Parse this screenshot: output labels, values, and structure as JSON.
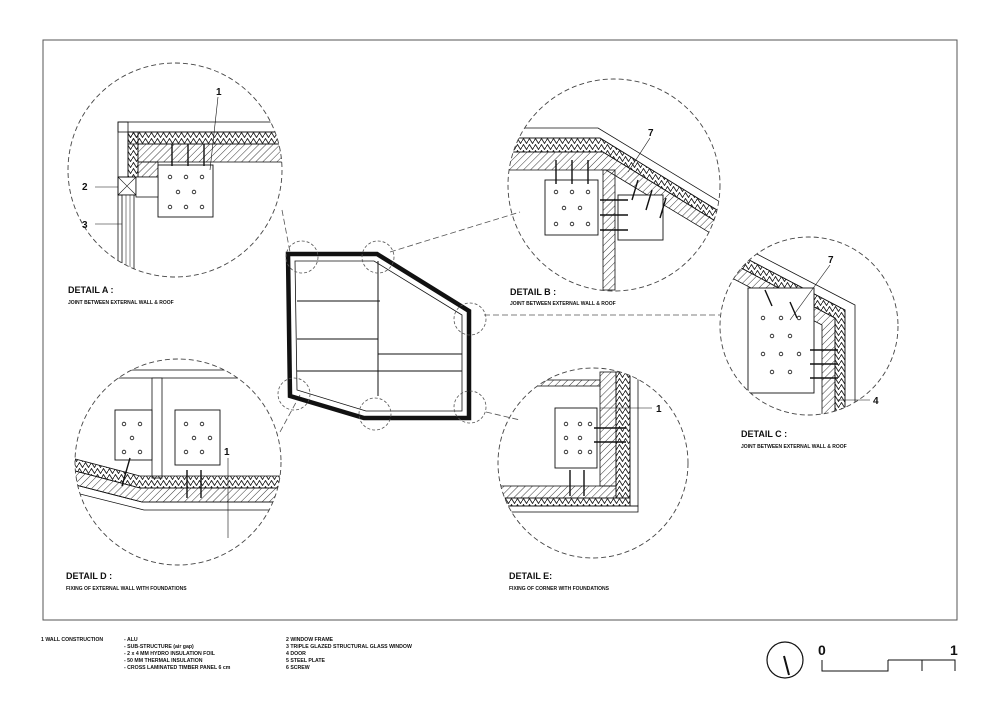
{
  "details": [
    {
      "id": "a",
      "title": "DETAIL A :",
      "subtitle": "JOINT BETWEEN EXTERNAL WALL & ROOF",
      "callouts": [
        "1",
        "2",
        "3"
      ]
    },
    {
      "id": "b",
      "title": "DETAIL B :",
      "subtitle": "JOINT BETWEEN EXTERNAL WALL & ROOF",
      "callouts": [
        "7"
      ]
    },
    {
      "id": "c",
      "title": "DETAIL C :",
      "subtitle": "JOINT BETWEEN EXTERNAL WALL & ROOF",
      "callouts": [
        "7",
        "4"
      ]
    },
    {
      "id": "d",
      "title": "DETAIL D :",
      "subtitle": "FIXING OF EXTERNAL WALL WITH FOUNDATIONS",
      "callouts": [
        "1"
      ]
    },
    {
      "id": "e",
      "title": "DETAIL E:",
      "subtitle": "FIXING OF CORNER WITH FOUNDATIONS",
      "callouts": [
        "1"
      ]
    }
  ],
  "legend": {
    "col1_head": "1 WALL CONSTRUCTION",
    "col1_items": [
      "- ALU",
      "- SUB-STRUCTURE (air gap)",
      "- 2 x 4 MM HYDRO INSULATION FOIL",
      "- 50 MM THERMAL INSULATION",
      "- CROSS LAMINATED TIMBER PANEL 6 cm"
    ],
    "col2_items": [
      "2  WINDOW FRAME",
      "3  TRIPLE GLAZED STRUCTURAL GLASS WINDOW",
      "4  DOOR",
      "5  STEEL PLATE",
      "6  SCREW"
    ]
  },
  "scale_bar": {
    "start_label": "0",
    "end_label": "1"
  },
  "icons": [
    "north-arrow-icon"
  ]
}
